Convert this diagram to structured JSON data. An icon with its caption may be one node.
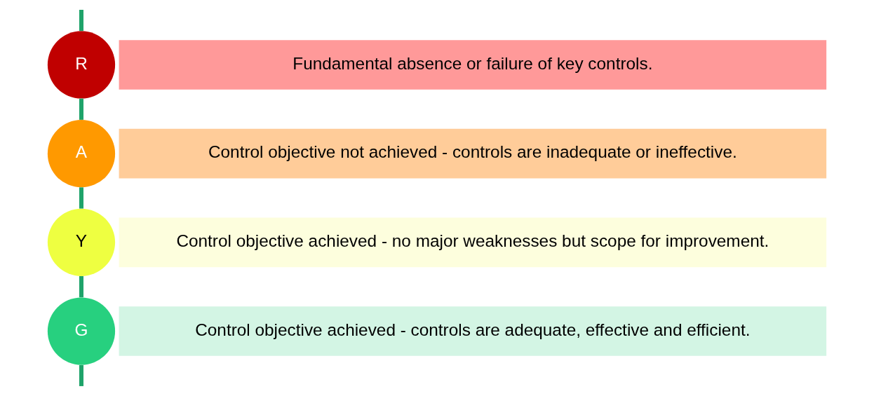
{
  "diagram": {
    "nodes": [
      {
        "text": [
          "R"
        ]
      },
      {
        "text": [
          "Fundamental absence or failure of key controls."
        ]
      },
      {
        "text": [
          "A"
        ]
      },
      {
        "text": [
          "Control objective not achieved - controls are inadequate or ineffective."
        ]
      },
      {
        "text": [
          "Y"
        ]
      },
      {
        "text": [
          "Control objective achieved - no major weaknesses but scope for improvement."
        ]
      },
      {
        "text": [
          "G"
        ]
      },
      {
        "text": [
          "Control objective achieved - controls are adequate, effective and efficient."
        ]
      }
    ],
    "edges": [
      {
        "from": null,
        "to": 0,
        "arrow": "none"
      },
      {
        "from": 0,
        "to": 2,
        "arrow": "none"
      },
      {
        "from": 2,
        "to": 4,
        "arrow": "none"
      },
      {
        "from": 4,
        "to": 6,
        "arrow": "none"
      },
      {
        "from": 6,
        "to": null,
        "arrow": "none"
      }
    ]
  }
}
